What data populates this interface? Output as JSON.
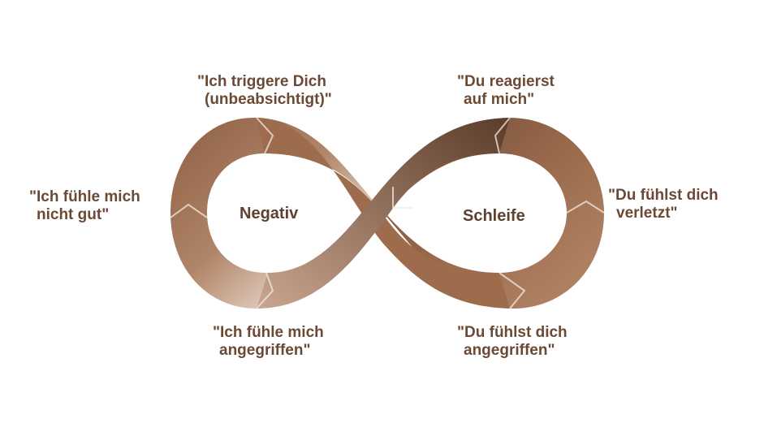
{
  "diagram": {
    "center_left": "Negativ",
    "center_right": "Schleife",
    "steps": {
      "trigger": [
        "\"Ich triggere Dich",
        "(unbeabsichtigt)\""
      ],
      "react": [
        "\"Du reagierst",
        "auf mich\""
      ],
      "hurt": [
        "\"Du fühlst dich",
        "verletzt\""
      ],
      "attacked_you": [
        "\"Du fühlst dich",
        "angegriffen\""
      ],
      "attacked_me": [
        "\"Ich fühle mich",
        "angegriffen\""
      ],
      "not_good": [
        "\"Ich fühle mich",
        "nicht gut\""
      ]
    },
    "colors": {
      "text": "#6b4a35",
      "band_dark": "#5e3f2c",
      "band_mid": "#a67556",
      "band_light": "#f1e6de"
    }
  }
}
